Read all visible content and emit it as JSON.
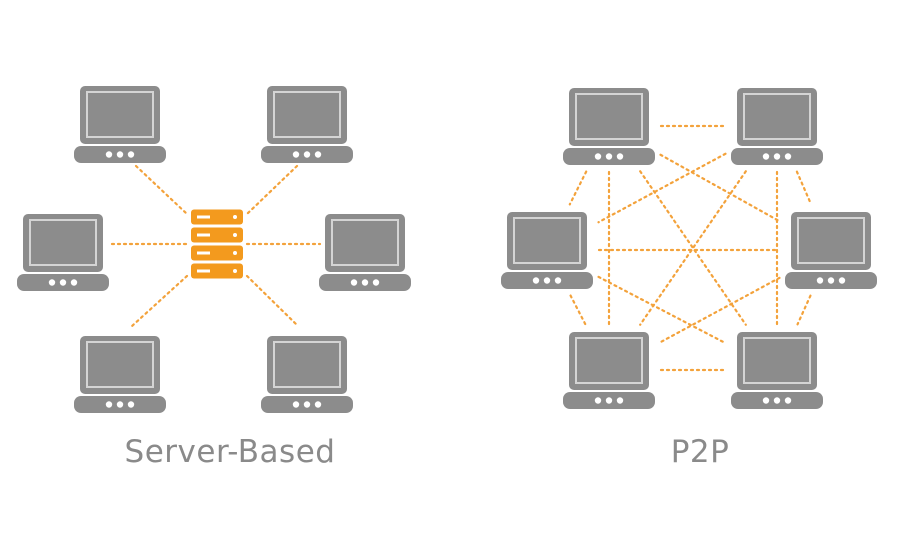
{
  "colors": {
    "device": "#8c8c8c",
    "screen": "#8c8c8c",
    "server": "#f39a1e",
    "link": "#f3a23b",
    "caption": "#8a8a8a"
  },
  "icons": {
    "client": "laptop-icon",
    "server": "server-icon"
  },
  "server_based": {
    "label": "Server-Based",
    "clients": 6
  },
  "p2p": {
    "label": "P2P",
    "peers": 6,
    "topology": "full-mesh"
  }
}
